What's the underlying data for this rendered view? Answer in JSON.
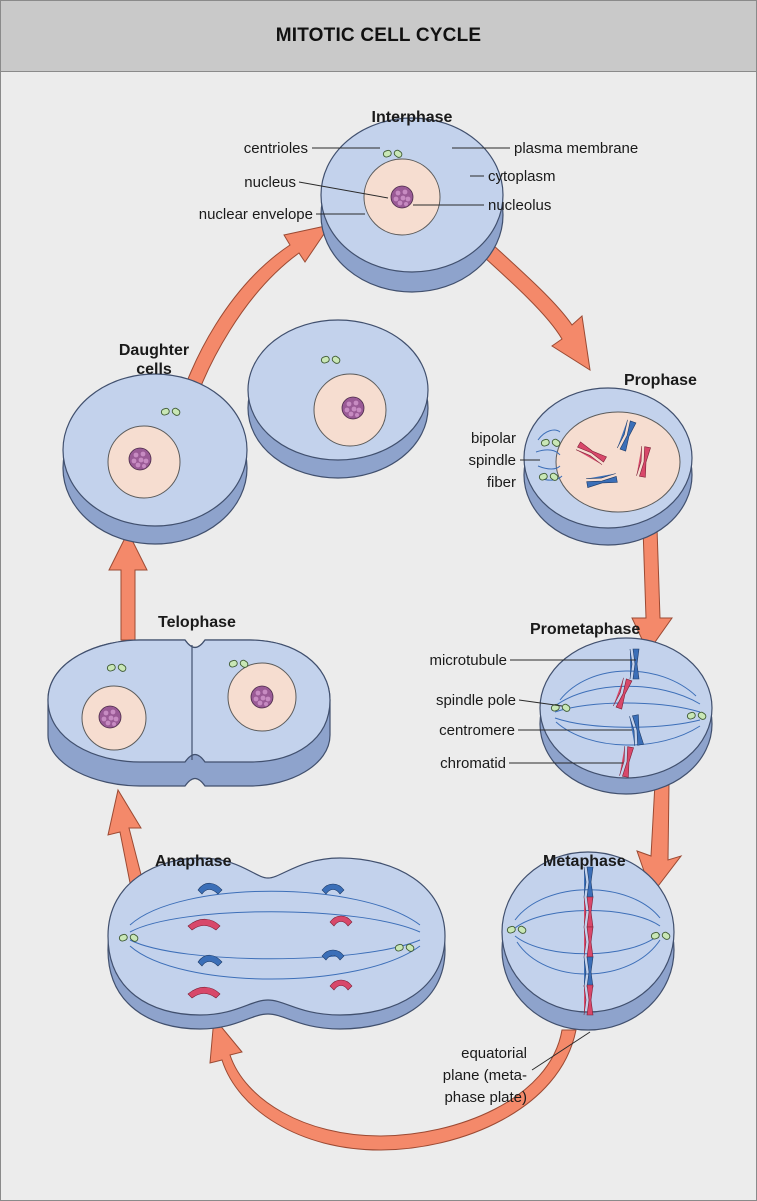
{
  "title": "MITOTIC CELL CYCLE",
  "stages": {
    "interphase": "Interphase",
    "prophase": "Prophase",
    "prometaphase": "Prometaphase",
    "metaphase": "Metaphase",
    "anaphase": "Anaphase",
    "telophase": "Telophase",
    "daughter_line1": "Daughter",
    "daughter_line2": "cells"
  },
  "labels": {
    "centrioles": "centrioles",
    "nucleus": "nucleus",
    "nuclear_envelope": "nuclear envelope",
    "plasma_membrane": "plasma membrane",
    "cytoplasm": "cytoplasm",
    "nucleolus": "nucleolus",
    "bipolar_1": "bipolar",
    "bipolar_2": "spindle",
    "bipolar_3": "fiber",
    "microtubule": "microtubule",
    "spindle_pole": "spindle pole",
    "centromere": "centromere",
    "chromatid": "chromatid",
    "equatorial_1": "equatorial",
    "equatorial_2": "plane (meta-",
    "equatorial_3": "phase plate)"
  },
  "colors": {
    "header_bg": "#c9c9c9",
    "panel_bg": "#ececec",
    "cell": "#c3d2ec",
    "cell_edge": "#8ea3cc",
    "arrow": "#f4896a",
    "chromosome_blue": "#3b6fb8",
    "chromosome_red": "#d8486a",
    "nucleolus": "#9a5a96",
    "centriole": "#c9e7b6"
  }
}
